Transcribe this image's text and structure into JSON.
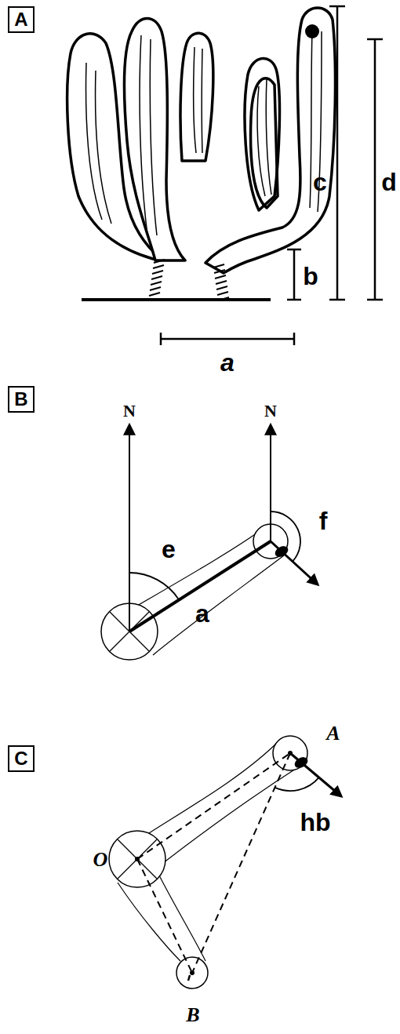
{
  "diagram": {
    "nodes": [
      {
        "text": [
          "A"
        ]
      },
      {
        "text": [
          "B"
        ]
      },
      {
        "text": [
          "C"
        ]
      }
    ],
    "labels": [
      "c",
      "d",
      "b",
      "a",
      "N",
      "N",
      "e",
      "f",
      "a",
      "O",
      "A",
      "B",
      "hb"
    ]
  }
}
